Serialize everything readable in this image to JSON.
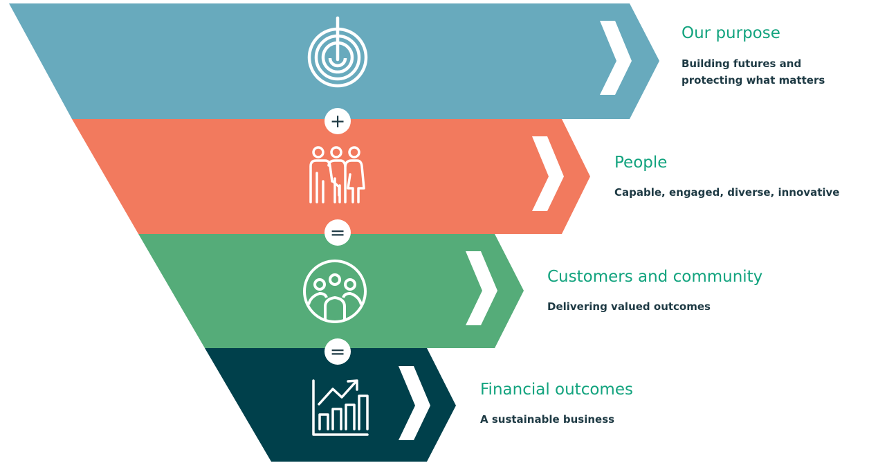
{
  "colors": {
    "band_purpose": "#68aabd",
    "band_people": "#f27a5e",
    "band_customers": "#55ac79",
    "band_financial": "#00404b",
    "title_text": "#12a37e",
    "desc_text": "#1e3a44",
    "operator_circle": "#ffffff",
    "operator_symbol": "#1e3a44"
  },
  "blocks": [
    {
      "title": "Our purpose",
      "description_lines": [
        "Building futures and",
        "protecting what matters"
      ],
      "icon": "target-icon"
    },
    {
      "title": "People",
      "description_lines": [
        "Capable, engaged, diverse, innovative"
      ],
      "icon": "people-group-icon"
    },
    {
      "title": "Customers and community",
      "description_lines": [
        "Delivering valued outcomes"
      ],
      "icon": "community-circle-icon"
    },
    {
      "title": "Financial outcomes",
      "description_lines": [
        "A sustainable business"
      ],
      "icon": "growth-chart-icon"
    }
  ],
  "operators": [
    "+",
    "=",
    "="
  ]
}
